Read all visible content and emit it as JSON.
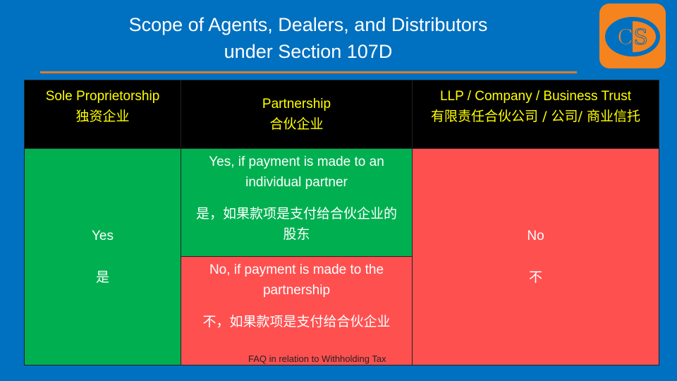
{
  "title": {
    "line1": "Scope of Agents, Dealers, and Distributors",
    "line2": "under Section 107D"
  },
  "logo": {
    "text": "CS"
  },
  "headers": [
    {
      "en": "Sole Proprietorship",
      "zh": "独资企业"
    },
    {
      "en": "Partnership",
      "zh": "合伙企业"
    },
    {
      "en": "LLP / Company /  Business Trust",
      "zh": "有限责任合伙公司 / 公司/ 商业信托"
    }
  ],
  "cells": {
    "sole": {
      "en": "Yes",
      "zh": "是"
    },
    "partner_yes": {
      "en": "Yes, if payment is made to an individual  partner",
      "zh": "是，如果款项是支付给合伙企业的股东"
    },
    "partner_no": {
      "en": "No, if payment is made to the partnership",
      "zh": "不，如果款项是支付给合伙企业"
    },
    "company": {
      "en": "No",
      "zh": "不"
    }
  },
  "footer": "FAQ in relation to Withholding  Tax",
  "colors": {
    "background": "#0070C0",
    "green": "#00B050",
    "red": "#FF5050",
    "header": "#000000",
    "accent": "#F5841F"
  }
}
